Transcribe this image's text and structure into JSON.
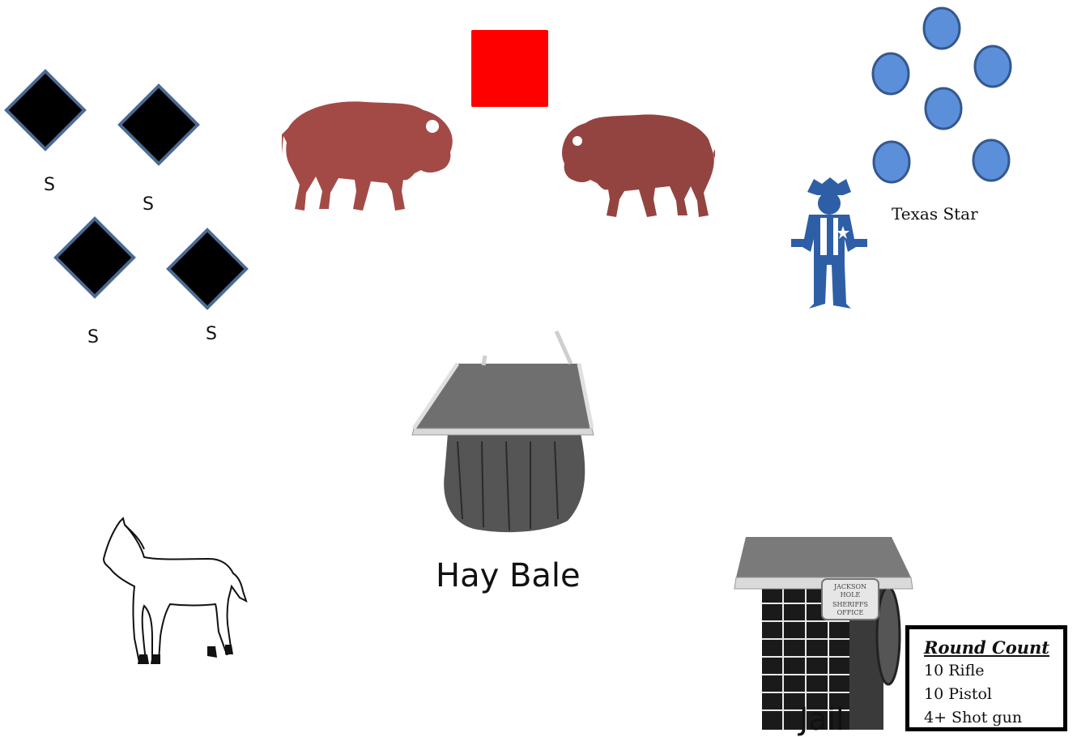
{
  "steel_targets": [
    {
      "label": "S"
    },
    {
      "label": "S"
    },
    {
      "label": "S"
    },
    {
      "label": "S"
    }
  ],
  "texas_star": {
    "label": "Texas Star",
    "plate_color": "#5b8fd9"
  },
  "stop_plate": {
    "color": "#ff0000"
  },
  "buffalo": {
    "color": "#a34a47"
  },
  "cowboy": {
    "color": "#2e5ea6"
  },
  "hay_bale": {
    "label": "Hay Bale"
  },
  "jail": {
    "label": "Jail",
    "sign_lines": [
      "JACKSON",
      "HOLE",
      "SHERIFFS",
      "OFFICE"
    ]
  },
  "round_count": {
    "title": "Round Count",
    "lines": [
      "10 Rifle",
      "10 Pistol",
      "4+ Shot gun"
    ]
  }
}
